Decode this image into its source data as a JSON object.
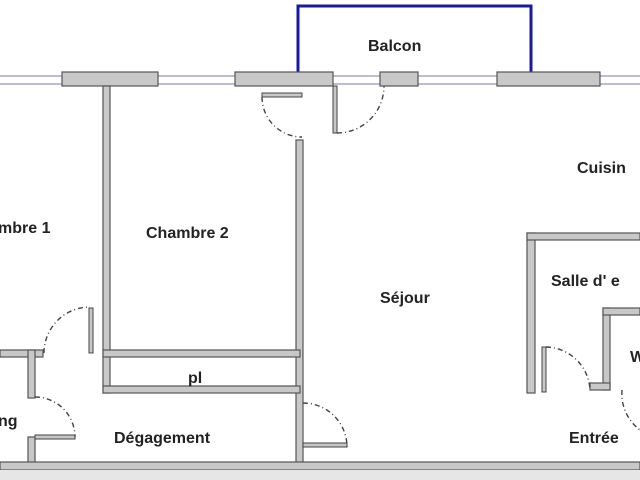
{
  "plan": {
    "rooms": {
      "balcon": "Balcon",
      "chambre1": "mbre 1",
      "chambre2": "Chambre 2",
      "cuisine": "Cuisin",
      "sejour": "Séjour",
      "salle_eau": "Salle d' e",
      "wc": "W",
      "placard": "pl",
      "rangement": "ng",
      "degagement": "Dégagement",
      "entree": "Entrée"
    },
    "colors": {
      "balcony_outline": "#1a1aa0",
      "wall_fill": "#c8c8c8"
    }
  }
}
